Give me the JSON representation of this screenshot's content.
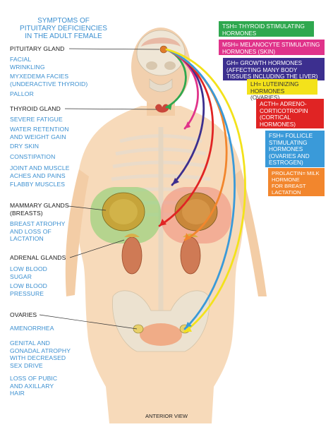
{
  "title": "SYMPTOMS OF\nPITUITARY DEFICIENCIES\nIN THE ADULT FEMALE",
  "groups": [
    {
      "gland": "PITUITARY GLAND",
      "symptoms": [
        "FACIAL\nWRINKLING",
        "MYXEDEMA FACIES\n(UNDERACTIVE THYROID)",
        "PALLOR"
      ]
    },
    {
      "gland": "THYROID GLAND",
      "symptoms": [
        "SEVERE FATIGUE",
        "WATER RETENTION\nAND WEIGHT GAIN",
        "DRY SKIN",
        "CONSTIPATION",
        "JOINT AND MUSCLE\nACHES AND PAINS",
        "FLABBY MUSCLES"
      ]
    },
    {
      "gland": "MAMMARY GLANDS\n(BREASTS)",
      "symptoms": [
        "BREAST ATROPHY\nAND LOSS OF\nLACTATION"
      ]
    },
    {
      "gland": "ADRENAL GLANDS",
      "symptoms": [
        "LOW BLOOD\nSUGAR",
        "LOW BLOOD\nPRESSURE"
      ]
    },
    {
      "gland": "OVARIES",
      "symptoms": [
        "AMENORRHEA",
        "GENITAL AND\nGONADAL ATROPHY\nWITH DECREASED\nSEX DRIVE",
        "LOSS OF PUBIC\nAND AXILLARY\nHAIR"
      ]
    }
  ],
  "hormones": [
    {
      "label": "TSH= THYROID STIMULATING\nHORMONES",
      "color": "#2fa84f"
    },
    {
      "label": "MSH= MELANOCYTE STIMULATING\nHORMONES (SKIN)",
      "color": "#e0338a"
    },
    {
      "label": "GH= GROWTH HORMONES\n(AFFECTING MANY BODY\nTISSUES INCLUDING THE LIVER)",
      "color": "#3c2f8f"
    },
    {
      "label": "LH= LUTEINIZING\nHORMONES (OVARIES)",
      "color": "#f3e21b"
    },
    {
      "label": "ACTH= ADRENO-\nCORTICOTROPIN\n(CORTICAL\nHORMONES)",
      "color": "#e02424"
    },
    {
      "label": "FSH= FOLLICLE\nSTIMULATING\nHORMONES\n(OVARIES AND\nESTROGEN)",
      "color": "#3a9ad9"
    },
    {
      "label": "PROLACTIN= MILK HORMONE\nFOR BREAST\nLACTATION",
      "color": "#f2862d"
    }
  ],
  "footer": "ANTERIOR VIEW",
  "colors": {
    "label_blue": "#3b8fd0",
    "skin": "#f4cfa8",
    "bone": "#efe6d6",
    "breast_green": "#8fd07c",
    "breast_red": "#f49a86"
  }
}
